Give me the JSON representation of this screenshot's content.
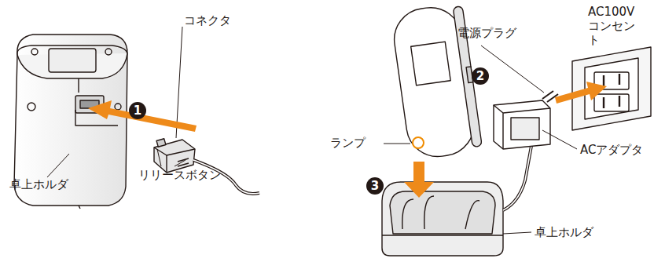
{
  "diagram": {
    "labels": [
      "コネクタ",
      "卓上ホルダ",
      "リリースボタン",
      "1",
      "電源プラグ",
      "AC100V コンセント",
      "2",
      "ランプ",
      "ACアダプタ",
      "3",
      "卓上ホルダ"
    ]
  }
}
